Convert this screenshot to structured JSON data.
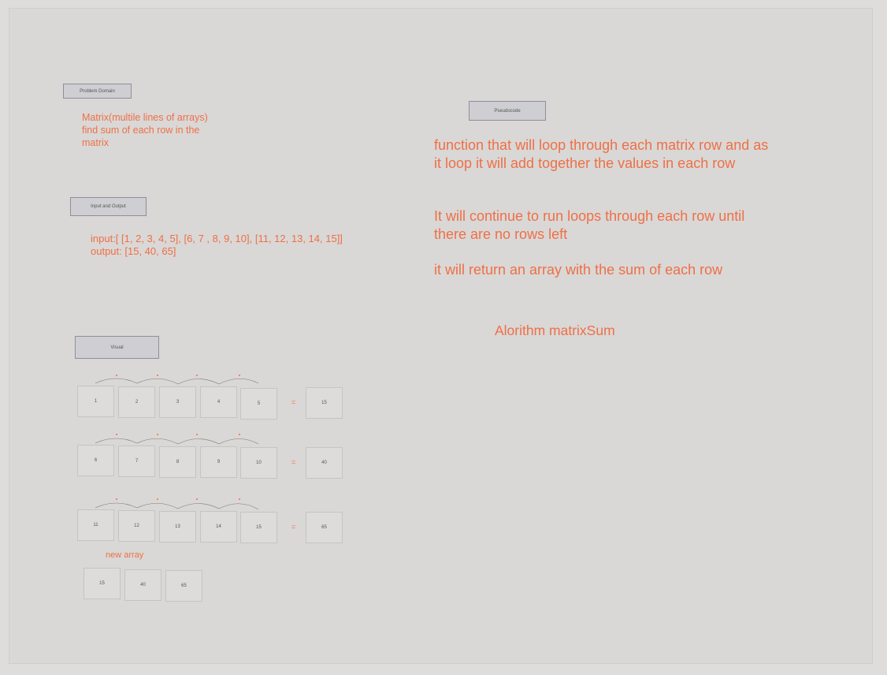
{
  "sections": {
    "problem_domain": "Problem Domain",
    "input_output": "Input and Output",
    "visual": "Visual",
    "pseudocode": "Pseudocode"
  },
  "problem": {
    "line1": "Matrix(multile lines of arrays)",
    "line2": "find sum of each row in the",
    "line3": "matrix"
  },
  "io": {
    "input": "input:[ [1, 2, 3, 4, 5], [6, 7 , 8, 9, 10], [11, 12, 13, 14, 15]]",
    "output": "output: [15, 40, 65]"
  },
  "pseudocode": {
    "p1": "function that will loop through each matrix row and as it loop it will add together the values in each row",
    "p2": "It will continue to run loops through each row until there are no rows left",
    "p3": "it will return an array with the sum of each row"
  },
  "algorithm_title": "Alorithm matrixSum",
  "matrix": {
    "rows": [
      {
        "cells": [
          "1",
          "2",
          "3",
          "4",
          "5"
        ],
        "sum": "15"
      },
      {
        "cells": [
          "6",
          "7",
          "8",
          "9",
          "10"
        ],
        "sum": "40"
      },
      {
        "cells": [
          "11",
          "12",
          "13",
          "14",
          "15"
        ],
        "sum": "65"
      }
    ],
    "equals": "="
  },
  "new_array": {
    "label": "new array",
    "values": [
      "15",
      "40",
      "65"
    ]
  },
  "colors": {
    "accent": "#ef6f47",
    "board": "#d9d8d6"
  }
}
